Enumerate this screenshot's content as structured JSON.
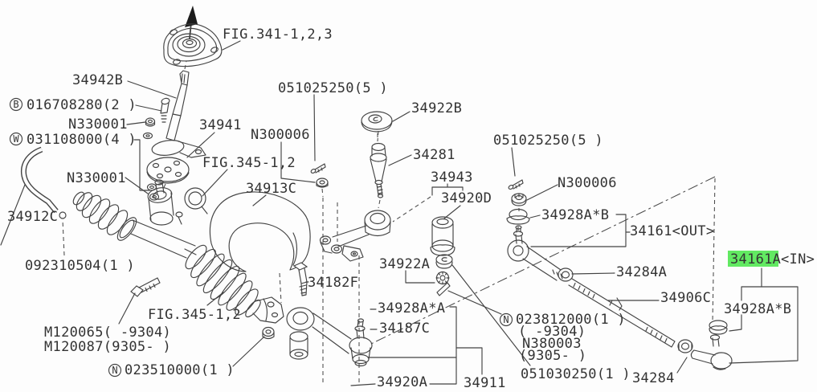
{
  "diagram": {
    "type": "exploded-parts-diagram",
    "subject": "steering gear and linkage",
    "background": "#fdfdfd",
    "line_color": "#434343",
    "text_color": "#333333",
    "highlight_color": "#62e962",
    "highlighted_part": "34161A"
  },
  "labels": [
    {
      "id": "fig-341",
      "text": "FIG.341-1,2,3"
    },
    {
      "id": "34942B",
      "text": "34942B"
    },
    {
      "id": "016708280",
      "prefix": "B",
      "text": "016708280(2 )"
    },
    {
      "id": "N330001-upper",
      "text": "N330001"
    },
    {
      "id": "031108000",
      "prefix": "W",
      "text": "031108000(4 )"
    },
    {
      "id": "34941",
      "text": "34941"
    },
    {
      "id": "N300006-left",
      "text": "N300006"
    },
    {
      "id": "fig-345-upper",
      "text": "FIG.345-1,2"
    },
    {
      "id": "N330001-lower",
      "text": "N330001"
    },
    {
      "id": "34913C",
      "text": "34913C"
    },
    {
      "id": "34912C",
      "text": "34912C"
    },
    {
      "id": "092310504",
      "text": "092310504(1 )"
    },
    {
      "id": "fig-345-lower",
      "text": "FIG.345-1,2"
    },
    {
      "id": "M120065",
      "text": "M120065(   -9304)"
    },
    {
      "id": "M120087",
      "text": "M120087(9305-   )"
    },
    {
      "id": "023510000",
      "prefix": "N",
      "text": "023510000(1 )"
    },
    {
      "id": "34182F",
      "text": "34182F"
    },
    {
      "id": "34922A",
      "text": "34922A"
    },
    {
      "id": "34928A-A",
      "text": "34928A*A"
    },
    {
      "id": "34187C",
      "text": "34187C"
    },
    {
      "id": "34920A",
      "text": "34920A"
    },
    {
      "id": "34911",
      "text": "34911"
    },
    {
      "id": "051030250",
      "text": "051030250(1 )"
    },
    {
      "id": "34284",
      "text": "34284"
    },
    {
      "id": "023812000",
      "prefix": "N",
      "text": "023812000(1 )"
    },
    {
      "id": "023812000-range",
      "text": "(   -9304)"
    },
    {
      "id": "N380003",
      "text": "N380003"
    },
    {
      "id": "N380003-range",
      "text": "(9305-   )"
    },
    {
      "id": "34906C",
      "text": "34906C"
    },
    {
      "id": "34928A-B-right",
      "text": "34928A*B"
    },
    {
      "id": "34161A-in",
      "text": "34161A",
      "suffix": "<IN>",
      "highlighted": true
    },
    {
      "id": "34284A",
      "text": "34284A"
    },
    {
      "id": "34161-out",
      "text": "34161<OUT>"
    },
    {
      "id": "34928A-B-mid",
      "text": "34928A*B"
    },
    {
      "id": "N300006-right",
      "text": "N300006"
    },
    {
      "id": "051025250-right",
      "text": "051025250(5 )"
    },
    {
      "id": "34920D",
      "text": "34920D"
    },
    {
      "id": "34943",
      "text": "34943"
    },
    {
      "id": "34281",
      "text": "34281"
    },
    {
      "id": "34922B",
      "text": "34922B"
    },
    {
      "id": "051025250-left",
      "text": "051025250(5 )"
    }
  ]
}
